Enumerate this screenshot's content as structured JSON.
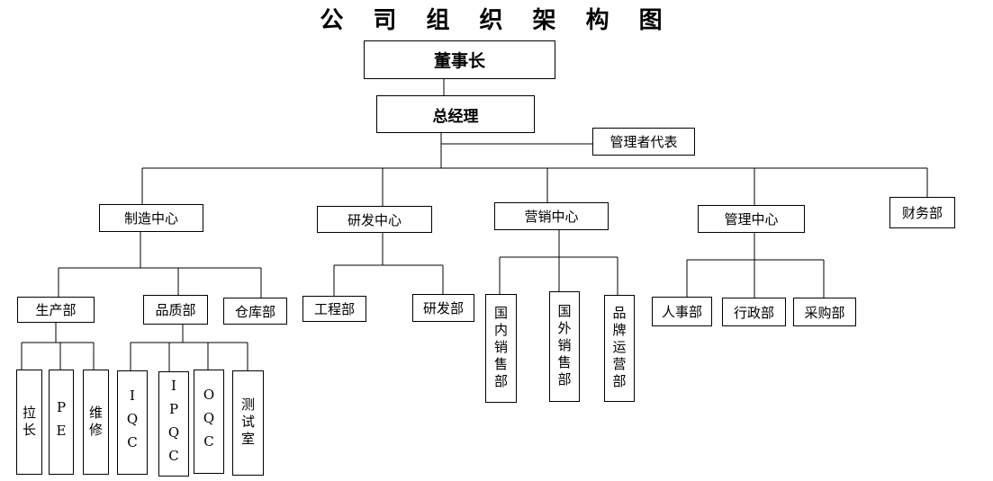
{
  "title": "公 司 组 织 架 构 图",
  "chairman": "董事长",
  "gm": "总经理",
  "mgmt_rep": "管理者代表",
  "centers": {
    "manufacturing": "制造中心",
    "rd": "研发中心",
    "marketing": "营销中心",
    "management": "管理中心",
    "finance": "财务部"
  },
  "mfg_depts": {
    "production": "生产部",
    "quality": "品质部",
    "warehouse": "仓库部"
  },
  "rd_depts": {
    "engineering": "工程部",
    "rd": "研发部"
  },
  "mkt_depts": {
    "domestic": "国内销售部",
    "overseas": "国外销售部",
    "brand": "品牌运营部"
  },
  "mgmt_depts": {
    "hr": "人事部",
    "admin": "行政部",
    "purchasing": "采购部"
  },
  "prod_units": {
    "line_leader": "拉长",
    "pe": "PE",
    "maintenance": "维修"
  },
  "qc_units": {
    "iqc": "IQC",
    "ipqc": "IPQC",
    "oqc": "OQC",
    "lab": "测试室"
  }
}
